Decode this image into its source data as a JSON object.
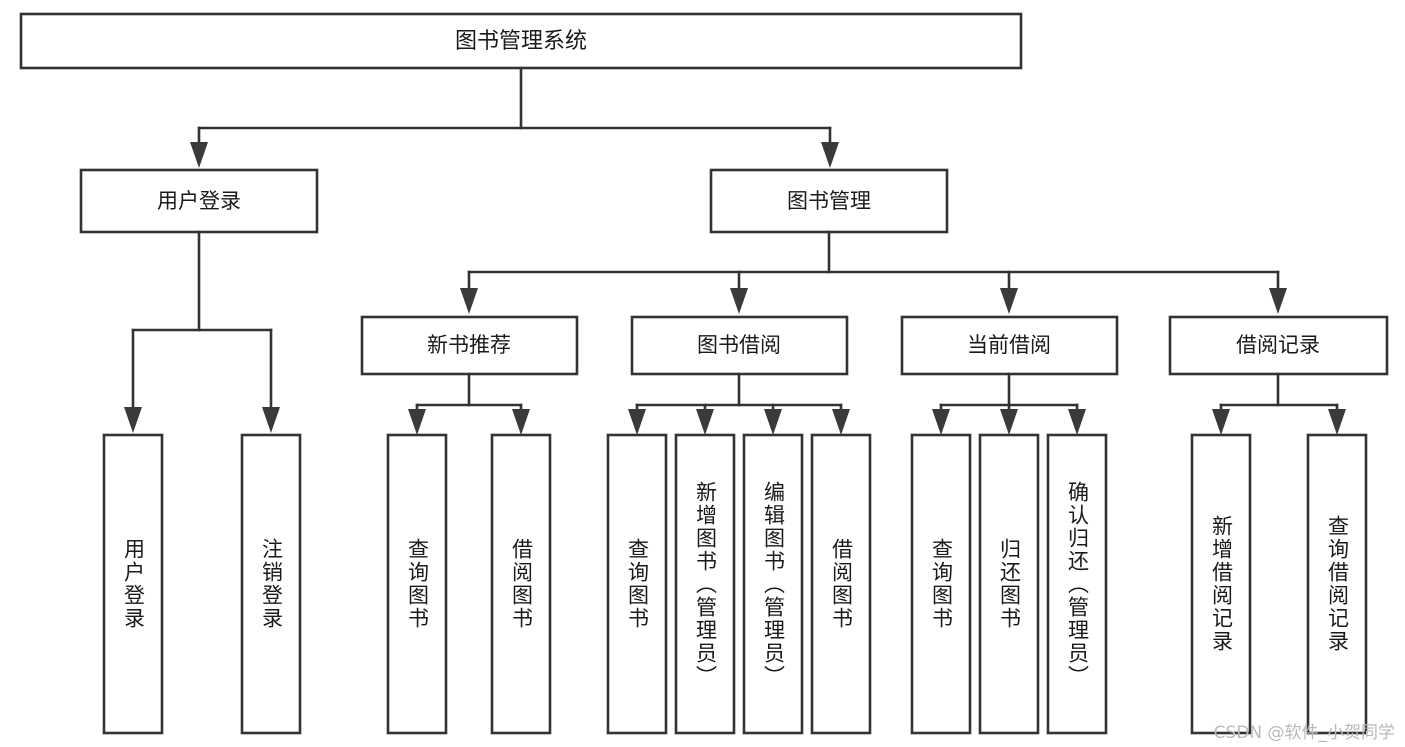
{
  "diagram": {
    "kind": "tree-hierarchy-chart",
    "root": {
      "id": "root",
      "label": "图书管理系统"
    },
    "level2": [
      {
        "id": "user-login",
        "label": "用户登录"
      },
      {
        "id": "book-manage",
        "label": "图书管理"
      }
    ],
    "level3": [
      {
        "id": "new-book-recommend",
        "label": "新书推荐"
      },
      {
        "id": "book-borrow",
        "label": "图书借阅"
      },
      {
        "id": "current-borrow",
        "label": "当前借阅"
      },
      {
        "id": "borrow-record",
        "label": "借阅记录"
      }
    ],
    "leaves": {
      "user_login": [
        {
          "id": "leaf-user-login",
          "label": "用户登录"
        },
        {
          "id": "leaf-logout-login",
          "label": "注销登录"
        }
      ],
      "new_book_recommend": [
        {
          "id": "leaf-query-book-1",
          "label": "查询图书"
        },
        {
          "id": "leaf-borrow-book-1",
          "label": "借阅图书"
        }
      ],
      "book_borrow": [
        {
          "id": "leaf-query-book-2",
          "label": "查询图书"
        },
        {
          "id": "leaf-add-book",
          "label": "新增图书（管理员）"
        },
        {
          "id": "leaf-edit-book",
          "label": "编辑图书（管理员）"
        },
        {
          "id": "leaf-borrow-book-2",
          "label": "借阅图书"
        }
      ],
      "current_borrow": [
        {
          "id": "leaf-query-book-3",
          "label": "查询图书"
        },
        {
          "id": "leaf-return-book",
          "label": "归还图书"
        },
        {
          "id": "leaf-confirm-return",
          "label": "确认归还（管理员）"
        }
      ],
      "borrow_record": [
        {
          "id": "leaf-add-record",
          "label": "新增借阅记录"
        },
        {
          "id": "leaf-query-record",
          "label": "查询借阅记录"
        }
      ]
    }
  },
  "watermark": {
    "text": "CSDN @软件_小贺同学"
  },
  "colors": {
    "box_stroke": "#333333",
    "box_fill": "#ffffff",
    "text": "#1a1a1a",
    "connector": "#333333",
    "watermark": "#b9b9b9",
    "page_background": "#ffffff"
  }
}
